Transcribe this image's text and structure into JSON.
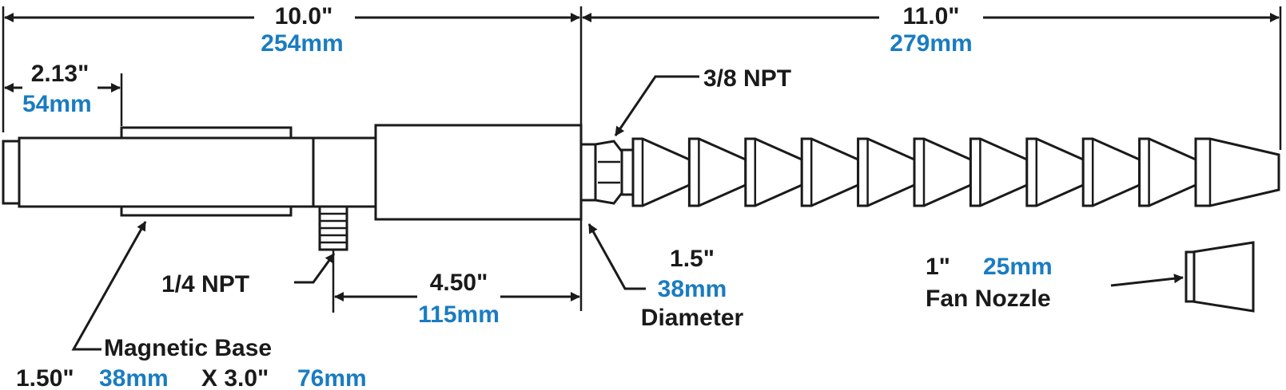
{
  "dimensions": {
    "overall_left": {
      "inch": "10.0\"",
      "mm": "254mm"
    },
    "overall_right": {
      "inch": "11.0\"",
      "mm": "279mm"
    },
    "base_offset": {
      "inch": "2.13\"",
      "mm": "54mm"
    },
    "inlet_to_end": {
      "inch": "4.50\"",
      "mm": "115mm"
    },
    "diameter": {
      "inch": "1.5\"",
      "mm": "38mm",
      "word": "Diameter"
    }
  },
  "callouts": {
    "outlet_thread": "3/8 NPT",
    "inlet_thread": "1/4 NPT",
    "magnetic_base": {
      "title": "Magnetic Base",
      "width_inch": "1.50\"",
      "width_mm": "38mm",
      "separator": "X 3.0\"",
      "length_mm": "76mm"
    },
    "fan_nozzle": {
      "size_inch": "1\"",
      "size_mm": "25mm",
      "title": "Fan Nozzle"
    }
  },
  "colors": {
    "ink": "#1a1a1a",
    "metric": "#1a7cc1"
  }
}
